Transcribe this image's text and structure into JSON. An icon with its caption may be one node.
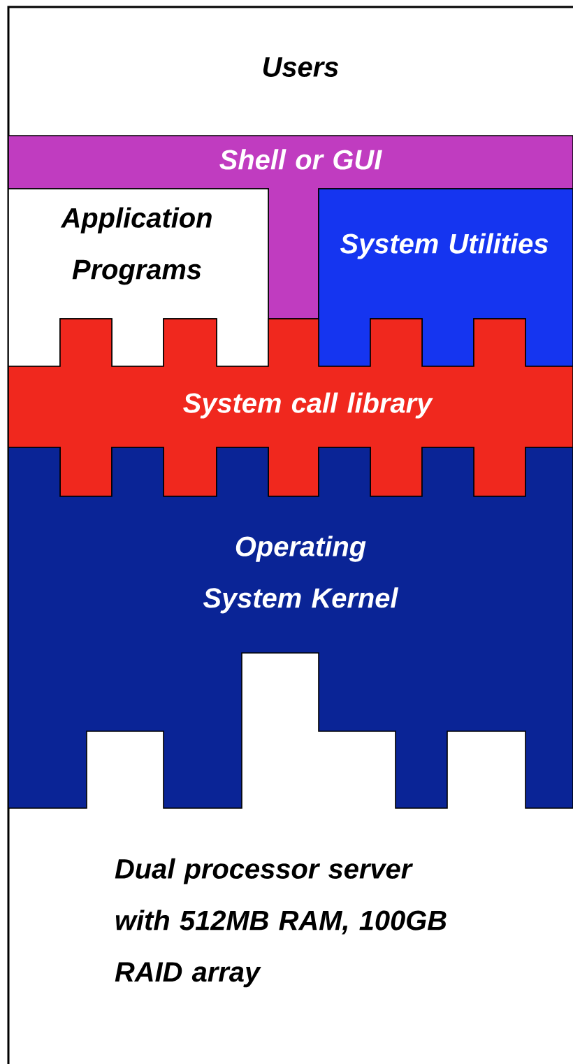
{
  "diagram": {
    "nodes": [
      {
        "text": [
          "Users"
        ]
      },
      {
        "text": [
          "Shell or GUI"
        ]
      },
      {
        "text": [
          "Application Programs"
        ]
      },
      {
        "text": [
          "System Utilities"
        ]
      },
      {
        "text": [
          "System call library"
        ]
      },
      {
        "text": [
          "Operating System Kernel"
        ]
      },
      {
        "text": [
          "Dual processor server with 512MB RAM, 100GB RAID array"
        ]
      }
    ]
  }
}
